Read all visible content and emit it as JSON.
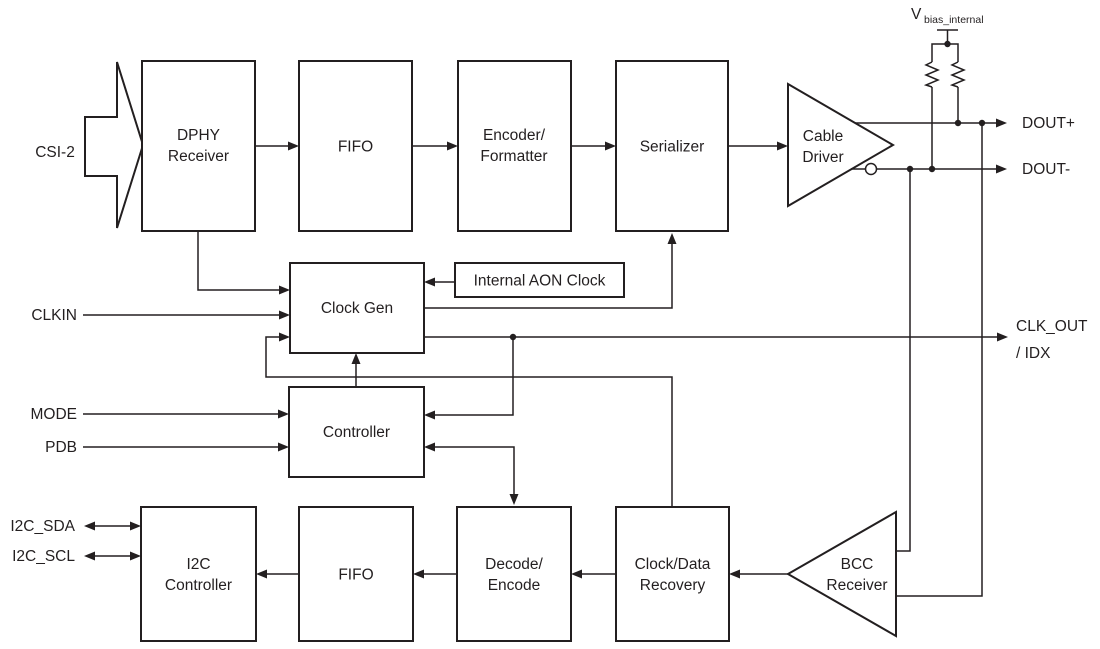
{
  "canvas": {
    "background": "#ffffff",
    "line_color": "#231f20"
  },
  "ports": {
    "csi2": "CSI-2",
    "clkin": "CLKIN",
    "mode": "MODE",
    "pdb": "PDB",
    "i2c_sda": "I2C_SDA",
    "i2c_scl": "I2C_SCL",
    "dout_plus": "DOUT+",
    "dout_minus": "DOUT-",
    "clk_out": "CLK_OUT",
    "clk_out_line2": "/ IDX",
    "vbias_v": "V",
    "vbias_sub": "bias_internal"
  },
  "blocks": {
    "dphy_receiver": {
      "line1": "DPHY",
      "line2": "Receiver"
    },
    "fifo_top": {
      "line1": "FIFO"
    },
    "encoder_formatter": {
      "line1": "Encoder/",
      "line2": "Formatter"
    },
    "serializer": {
      "line1": "Serializer"
    },
    "cable_driver": {
      "line1": "Cable",
      "line2": "Driver"
    },
    "internal_aon_clock": {
      "line1": "Internal AON Clock"
    },
    "clock_gen": {
      "line1": "Clock Gen"
    },
    "controller": {
      "line1": "Controller"
    },
    "i2c_controller": {
      "line1": "I2C",
      "line2": "Controller"
    },
    "fifo_bottom": {
      "line1": "FIFO"
    },
    "decode_encode": {
      "line1": "Decode/",
      "line2": "Encode"
    },
    "clock_data_recovery": {
      "line1": "Clock/Data",
      "line2": "Recovery"
    },
    "bcc_receiver": {
      "line1": "BCC",
      "line2": "Receiver"
    }
  }
}
